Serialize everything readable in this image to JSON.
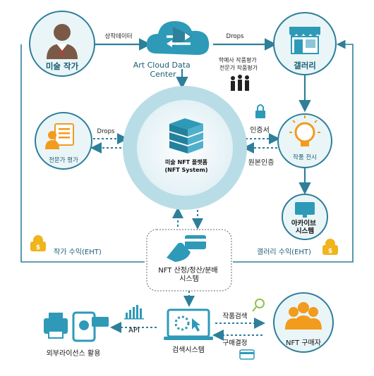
{
  "nodes": {
    "artist": "미술 작가",
    "cloud": "Art Cloud Data\nCenter",
    "gallery": "갤러리",
    "expert": "전문가 평가",
    "platform_line1": "미술 NFT 플랫폼",
    "platform_line2": "(NFT System)",
    "exhibit": "작품 전시",
    "archive": "아카이브\n시스템",
    "settlement": "NFT 산정/정산/분배\n시스템",
    "search_system": "검색시스템",
    "licensing": "외부라이선스 활용",
    "buyer": "NFT 구매자"
  },
  "edges": {
    "creation_data": "상작데이터",
    "drops_top": "Drops",
    "drops_left": "Drops",
    "scholars": "학예사  작품평가\n전문가  작품평가",
    "certificate": "인증서",
    "original_auth": "원본인증",
    "artist_revenue": "작가 수익(EHT)",
    "gallery_revenue": "갤러리 수익(EHT)",
    "api": "API",
    "artwork_search": "작품검색",
    "purchase": "구매결정"
  },
  "colors": {
    "teal": "#2e7f9a",
    "ring": "#b9dde6",
    "ring_inner": "#e6f4f7",
    "orange": "#f29b1d",
    "gold": "#f0b41c",
    "node_bg": "#eaf5f8"
  }
}
